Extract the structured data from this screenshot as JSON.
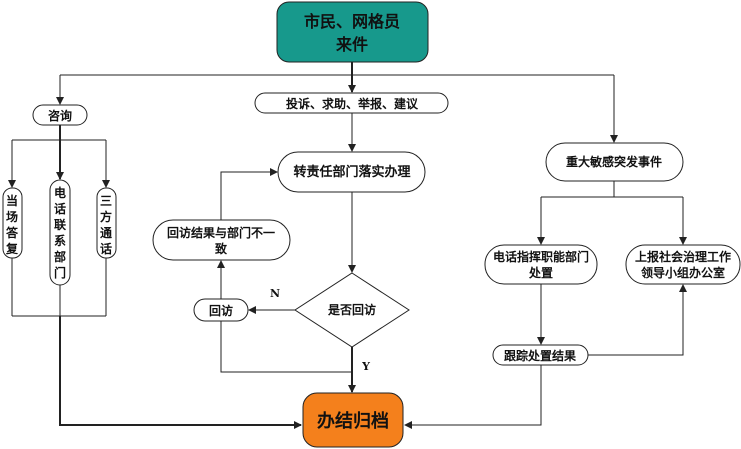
{
  "colors": {
    "start": "#17998c",
    "end": "#f4801c",
    "line": "#222222"
  },
  "nodes": {
    "start": {
      "line1": "市民、网格员",
      "line2": "来件"
    },
    "consult": "咨询",
    "complaint": "投诉、求助、举报、建议",
    "major": "重大敏感突发事件",
    "onsite": [
      "当",
      "场",
      "答",
      "复"
    ],
    "phone_dept": [
      "电",
      "话",
      "联",
      "系",
      "部",
      "门"
    ],
    "three_way": [
      "三",
      "方",
      "通",
      "话"
    ],
    "assign": "转责任部门落实办理",
    "mismatch": {
      "line1": "回访结果与部门不一",
      "line2": "致"
    },
    "revisit": "回访",
    "decision": "是否回访",
    "command": {
      "line1": "电话指挥职能部门",
      "line2": "处置"
    },
    "report": {
      "line1": "上报社会治理工作",
      "line2": "领导小组办公室"
    },
    "track": "跟踪处置结果",
    "end": "办结归档"
  },
  "labels": {
    "no": "N",
    "yes": "Y"
  }
}
